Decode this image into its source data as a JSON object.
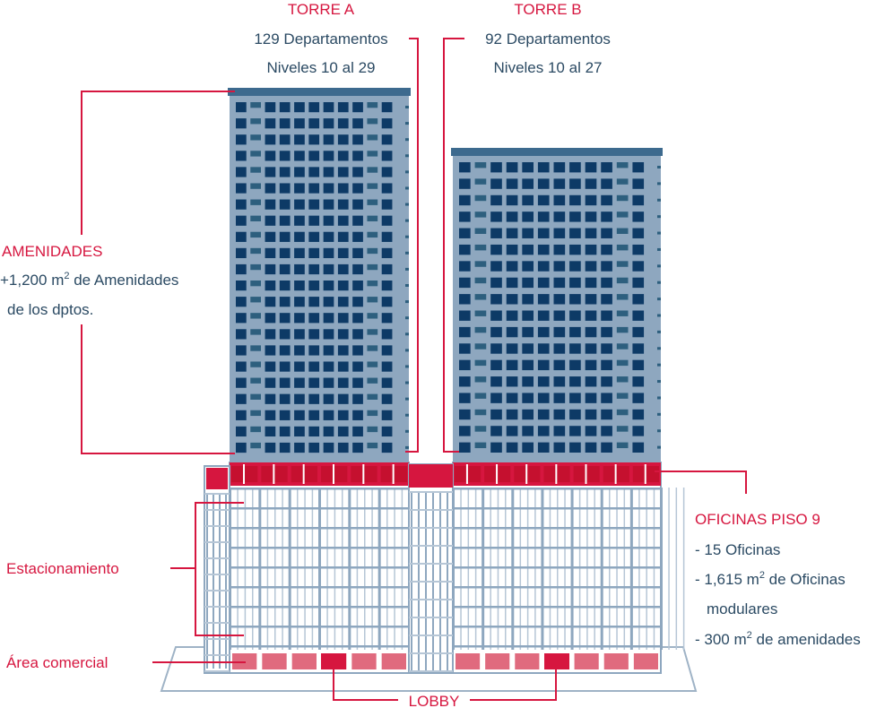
{
  "towers": {
    "a": {
      "name": "TORRE A",
      "units": "129 Departamentos",
      "levels": "Niveles 10 al 29"
    },
    "b": {
      "name": "TORRE B",
      "units": "92 Departamentos",
      "levels": "Niveles 10 al 27"
    }
  },
  "amenities": {
    "title": "AMENIDADES",
    "line1_prefix": "+1,200 m",
    "line1_sup": "2",
    "line1_suffix": " de Amenidades",
    "line2": "de los dptos."
  },
  "offices": {
    "title": "OFICINAS PISO 9",
    "item1": "- 15 Oficinas",
    "item2_prefix": "- 1,615 m",
    "item2_sup": "2",
    "item2_suffix": " de Oficinas",
    "item2_cont": "modulares",
    "item3_prefix": "- 300 m",
    "item3_sup": "2",
    "item3_suffix": " de amenidades"
  },
  "parking": "Estacionamiento",
  "retail": "Área comercial",
  "lobby": "LOBBY",
  "colors": {
    "accent_red": "#d6163f",
    "text_navy": "#2b4a63",
    "facade": "#8ea7bf",
    "window": "#0d3a66",
    "window_light": "#2d5f7e",
    "roof": "#3d6a8e",
    "retail_pink": "#e06a7e",
    "podium_frame": "#8ea7bf"
  }
}
